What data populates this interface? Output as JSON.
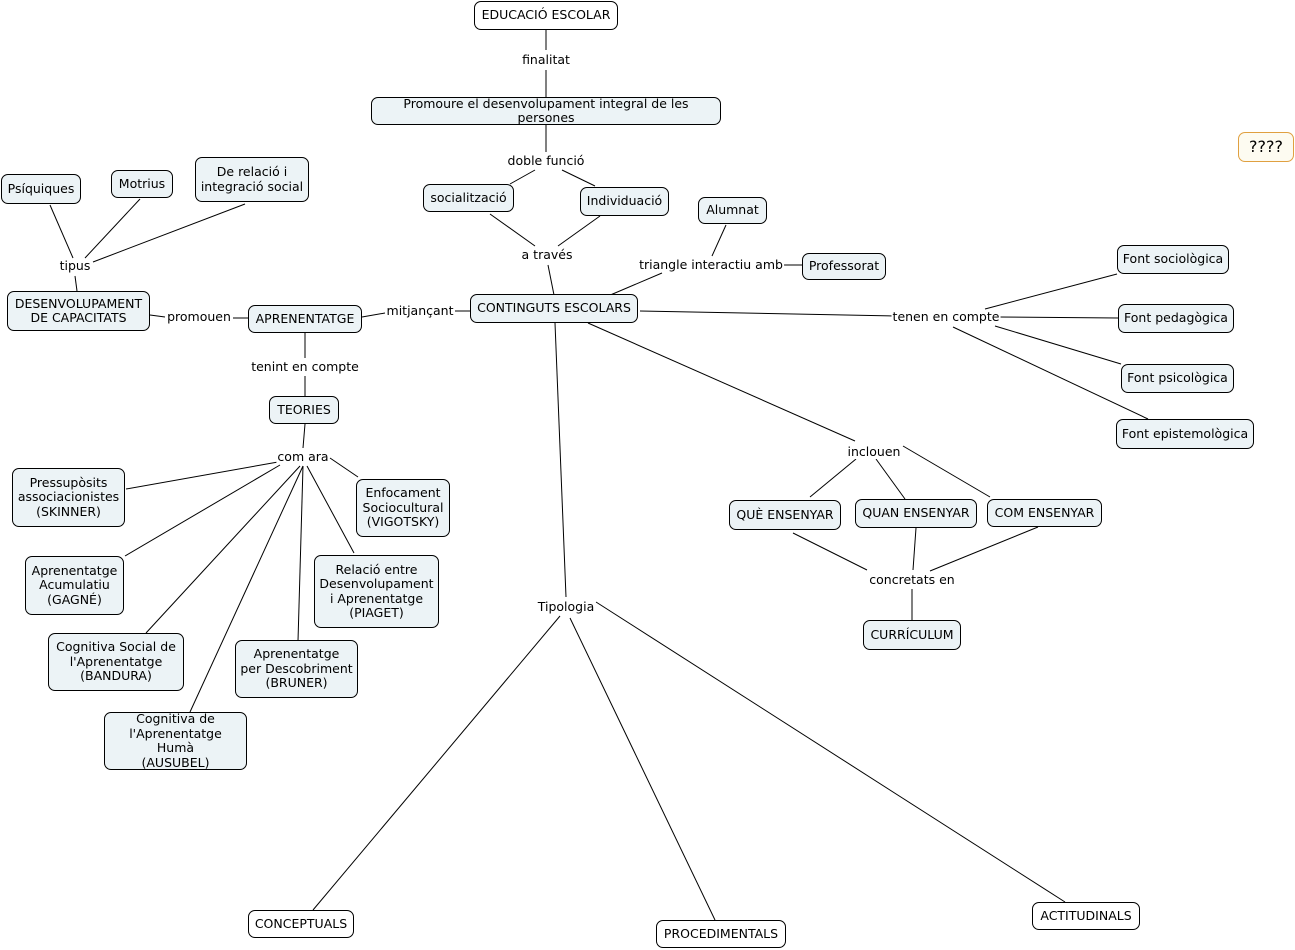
{
  "concepts": {
    "educacio_escolar": "EDUCACIÓ ESCOLAR",
    "promoure": "Promoure el desenvolupament integral de les persones",
    "socialitzacio": "socialització",
    "individuacio": "Individuació",
    "alumnat": "Alumnat",
    "professorat": "Professorat",
    "continguts": "CONTINGUTS ESCOLARS",
    "aprenentatge": "APRENENTATGE",
    "desenvolupament": "DESENVOLUPAMENT\nDE CAPACITATS",
    "psiquiques": "Psíquiques",
    "motrius": "Motrius",
    "relacio": "De relació i\nintegració social",
    "teories": "TEORIES",
    "skinner": "Pressupòsits\nassociacionistes\n(SKINNER)",
    "vigotsky": "Enfocament\nSociocultural\n(VIGOTSKY)",
    "gagne": "Aprenentatge\nAcumulatiu\n(GAGNÉ)",
    "piaget": "Relació entre\nDesenvolupament\ni Aprenentatge\n(PIAGET)",
    "bandura": "Cognitiva Social de\nl'Aprenentatge\n(BANDURA)",
    "bruner": "Aprenentatge\nper Descobriment\n(BRUNER)",
    "ausubel": "Cognitiva de\nl'Aprenentatge Humà\n(AUSUBEL)",
    "font_sociologica": "Font sociològica",
    "font_pedagogica": "Font pedagògica",
    "font_psicologica": "Font psicològica",
    "font_epistemologica": "Font epistemològica",
    "que": "QUÈ ENSENYAR",
    "quan": "QUAN ENSENYAR",
    "com": "COM ENSENYAR",
    "curriculum": "CURRÍCULUM",
    "conceptuals": "CONCEPTUALS",
    "procedimentals": "PROCEDIMENTALS",
    "actitudinals": "ACTITUDINALS",
    "unknown": "????"
  },
  "phrases": {
    "finalitat": "finalitat",
    "doble_funcio": "doble funció",
    "a_traves": "a través",
    "triangle": "triangle interactiu amb",
    "mitjancant": "mitjançant",
    "promouen": "promouen",
    "tipus": "tipus",
    "tenint": "tenint en compte",
    "com_ara": "com ara",
    "tenen": "tenen en compte",
    "inclouen": "inclouen",
    "concretats": "concretats en",
    "tipologia": "Tipologia"
  }
}
